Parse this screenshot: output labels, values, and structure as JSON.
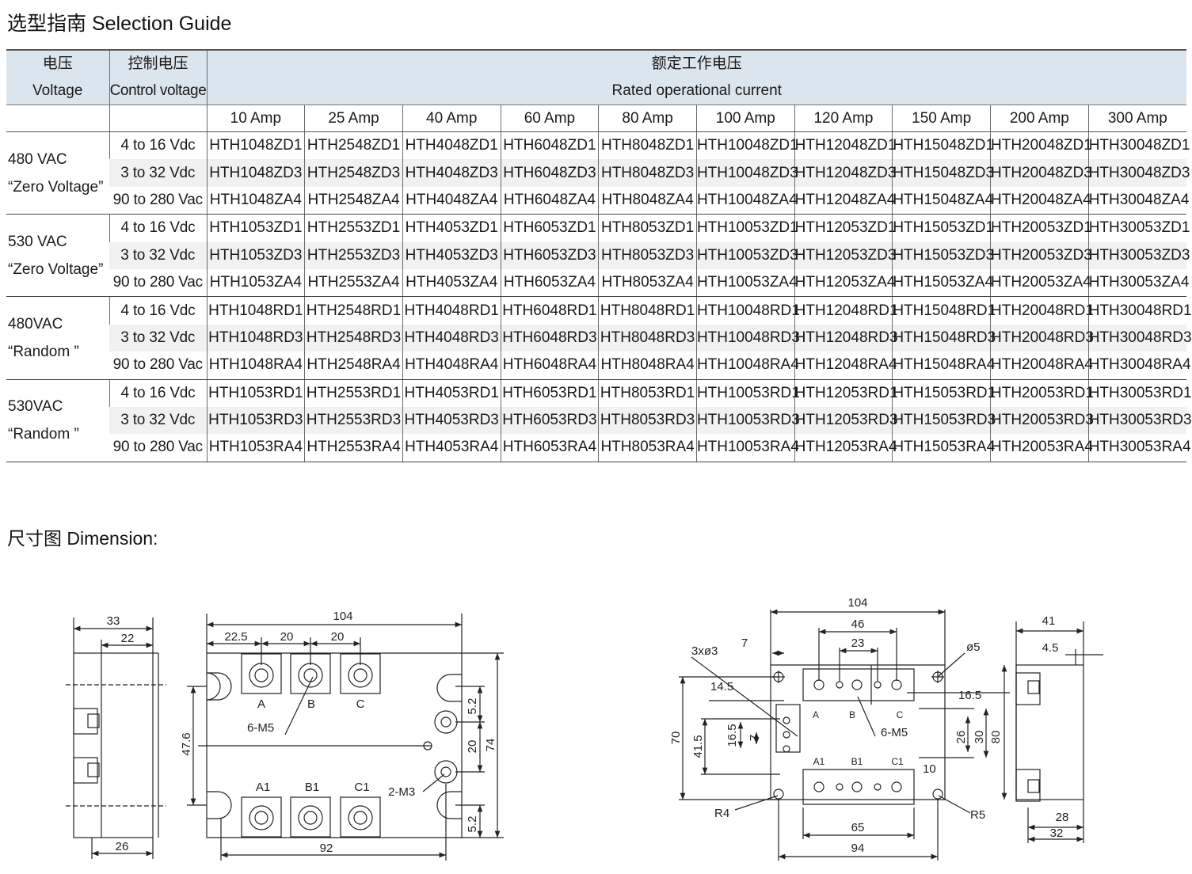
{
  "selection_title": "选型指南 Selection Guide",
  "dimension_title": "尺寸图 Dimension:",
  "table": {
    "header": {
      "voltage_cn": "电压",
      "voltage_en": "Voltage",
      "control_cn": "控制电压",
      "control_en": "Control voltage",
      "rated_cn": "额定工作电压",
      "rated_en": "Rated operational current"
    },
    "amps": [
      "10 Amp",
      "25 Amp",
      "40 Amp",
      "60 Amp",
      "80 Amp",
      "100 Amp",
      "120 Amp",
      "150 Amp",
      "200 Amp",
      "300 Amp"
    ],
    "groups": [
      {
        "voltage": "480 VAC",
        "mode": "“Zero Voltage”",
        "rows": [
          {
            "control": "4 to 16 Vdc",
            "parts": [
              "HTH1048ZD1",
              "HTH2548ZD1",
              "HTH4048ZD1",
              "HTH6048ZD1",
              "HTH8048ZD1",
              "HTH10048ZD1",
              "HTH12048ZD1",
              "HTH15048ZD1",
              "HTH20048ZD1",
              "HTH30048ZD1"
            ]
          },
          {
            "control": "3 to 32 Vdc",
            "parts": [
              "HTH1048ZD3",
              "HTH2548ZD3",
              "HTH4048ZD3",
              "HTH6048ZD3",
              "HTH8048ZD3",
              "HTH10048ZD3",
              "HTH12048ZD3",
              "HTH15048ZD3",
              "HTH20048ZD3",
              "HTH30048ZD3"
            ]
          },
          {
            "control": "90 to 280 Vac",
            "parts": [
              "HTH1048ZA4",
              "HTH2548ZA4",
              "HTH4048ZA4",
              "HTH6048ZA4",
              "HTH8048ZA4",
              "HTH10048ZA4",
              "HTH12048ZA4",
              "HTH15048ZA4",
              "HTH20048ZA4",
              "HTH30048ZA4"
            ]
          }
        ]
      },
      {
        "voltage": "530 VAC",
        "mode": "“Zero Voltage”",
        "rows": [
          {
            "control": "4 to 16 Vdc",
            "parts": [
              "HTH1053ZD1",
              "HTH2553ZD1",
              "HTH4053ZD1",
              "HTH6053ZD1",
              "HTH8053ZD1",
              "HTH10053ZD1",
              "HTH12053ZD1",
              "HTH15053ZD1",
              "HTH20053ZD1",
              "HTH30053ZD1"
            ]
          },
          {
            "control": "3 to 32 Vdc",
            "parts": [
              "HTH1053ZD3",
              "HTH2553ZD3",
              "HTH4053ZD3",
              "HTH6053ZD3",
              "HTH8053ZD3",
              "HTH10053ZD3",
              "HTH12053ZD3",
              "HTH15053ZD3",
              "HTH20053ZD3",
              "HTH30053ZD3"
            ]
          },
          {
            "control": "90 to 280 Vac",
            "parts": [
              "HTH1053ZA4",
              "HTH2553ZA4",
              "HTH4053ZA4",
              "HTH6053ZA4",
              "HTH8053ZA4",
              "HTH10053ZA4",
              "HTH12053ZA4",
              "HTH15053ZA4",
              "HTH20053ZA4",
              "HTH30053ZA4"
            ]
          }
        ]
      },
      {
        "voltage": "480VAC",
        "mode": "“Random ”",
        "rows": [
          {
            "control": "4 to 16 Vdc",
            "parts": [
              "HTH1048RD1",
              "HTH2548RD1",
              "HTH4048RD1",
              "HTH6048RD1",
              "HTH8048RD1",
              "HTH10048RD1",
              "HTH12048RD1",
              "HTH15048RD1",
              "HTH20048RD1",
              "HTH30048RD1"
            ]
          },
          {
            "control": "3 to 32 Vdc",
            "parts": [
              "HTH1048RD3",
              "HTH2548RD3",
              "HTH4048RD3",
              "HTH6048RD3",
              "HTH8048RD3",
              "HTH10048RD3",
              "HTH12048RD3",
              "HTH15048RD3",
              "HTH20048RD3",
              "HTH30048RD3"
            ]
          },
          {
            "control": "90 to 280 Vac",
            "parts": [
              "HTH1048RA4",
              "HTH2548RA4",
              "HTH4048RA4",
              "HTH6048RA4",
              "HTH8048RA4",
              "HTH10048RA4",
              "HTH12048RA4",
              "HTH15048RA4",
              "HTH20048RA4",
              "HTH30048RA4"
            ]
          }
        ]
      },
      {
        "voltage": "530VAC",
        "mode": "“Random ”",
        "rows": [
          {
            "control": "4 to 16 Vdc",
            "parts": [
              "HTH1053RD1",
              "HTH2553RD1",
              "HTH4053RD1",
              "HTH6053RD1",
              "HTH8053RD1",
              "HTH10053RD1",
              "HTH12053RD1",
              "HTH15053RD1",
              "HTH20053RD1",
              "HTH30053RD1"
            ]
          },
          {
            "control": "3 to 32 Vdc",
            "parts": [
              "HTH1053RD3",
              "HTH2553RD3",
              "HTH4053RD3",
              "HTH6053RD3",
              "HTH8053RD3",
              "HTH10053RD3",
              "HTH12053RD3",
              "HTH15053RD3",
              "HTH20053RD3",
              "HTH30053RD3"
            ]
          },
          {
            "control": "90 to 280 Vac",
            "parts": [
              "HTH1053RA4",
              "HTH2553RA4",
              "HTH4053RA4",
              "HTH6053RA4",
              "HTH8053RA4",
              "HTH10053RA4",
              "HTH12053RA4",
              "HTH15053RA4",
              "HTH20053RA4",
              "HTH30053RA4"
            ]
          }
        ]
      }
    ]
  },
  "drawing_left": {
    "side_view": {
      "overall": "33",
      "inner": "22",
      "bottom": "26"
    },
    "top_view": {
      "overall_width": "104",
      "offset": "22.5",
      "pitch1": "20",
      "pitch2": "20",
      "height_inner": "47.6",
      "overall_height": "74",
      "right_gap": "20",
      "top_gap": "5.2",
      "bottom_gap": "5.2",
      "hole_span": "92",
      "terminal_a": "A",
      "terminal_b": "B",
      "terminal_c": "C",
      "terminal_a1": "A1",
      "terminal_b1": "B1",
      "terminal_c1": "C1",
      "screw_main": "6-M5",
      "screw_ctrl": "2-M3"
    }
  },
  "drawing_right": {
    "top_view": {
      "overall_width": "104",
      "span_46": "46",
      "span_23": "23",
      "gap_7": "7",
      "holes": "3xø3",
      "hole_d": "ø5",
      "offset_14_5": "14.5",
      "offset_16_5": "16.5",
      "height_70": "70",
      "height_41_5": "41.5",
      "pin_16_5": "16.5",
      "pin_7": "7",
      "screw": "6-M5",
      "h26": "26",
      "h30": "30",
      "h80": "80",
      "gap_10": "10",
      "r4": "R4",
      "r5": "R5",
      "width_65": "65",
      "width_94": "94",
      "terminal_a": "A",
      "terminal_b": "B",
      "terminal_c": "C",
      "terminal_a1": "A1",
      "terminal_b1": "B1",
      "terminal_c1": "C1"
    },
    "side_view": {
      "overall": "41",
      "gap": "4.5",
      "bottom_28": "28",
      "bottom_32": "32"
    }
  }
}
